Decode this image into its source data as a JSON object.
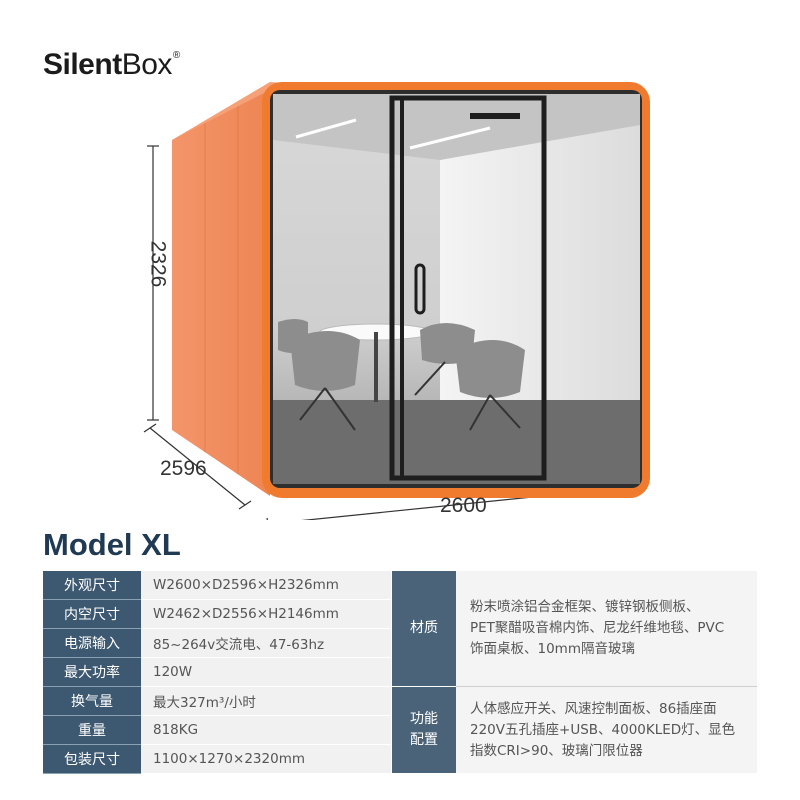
{
  "brand": {
    "part1": "Silent",
    "part2": "Box",
    "mark": "®"
  },
  "dimensions": {
    "height": "2326",
    "depth": "2596",
    "width": "2600"
  },
  "model": "Model XL",
  "specs": [
    {
      "label": "外观尺寸",
      "value": "W2600×D2596×H2326mm"
    },
    {
      "label": "内空尺寸",
      "value": "W2462×D2556×H2146mm"
    },
    {
      "label": "电源输入",
      "value": "85~264v交流电、47-63hz"
    },
    {
      "label": "最大功率",
      "value": "120W"
    },
    {
      "label": "换气量",
      "value": "最大327m³/小时"
    },
    {
      "label": "重量",
      "value": "818KG"
    },
    {
      "label": "包装尺寸",
      "value": "1100×1270×2320mm"
    }
  ],
  "material": {
    "label": "材质",
    "lines": [
      "粉末喷涂铝合金框架、镀锌钢板侧板、",
      "PET聚醋吸音棉内饰、尼龙纤维地毯、PVC",
      "饰面桌板、10mm隔音玻璃"
    ]
  },
  "features": {
    "label_line1": "功能",
    "label_line2": "配置",
    "lines": [
      "人体感应开关、风速控制面板、86插座面",
      "220V五孔插座+USB、4000KLED灯、显色",
      "指数CRI>90、玻璃门限位器"
    ]
  },
  "colors": {
    "pod_orange": "#f07a2d",
    "header_navy": "#3d5871",
    "model_text": "#1f3a52"
  }
}
